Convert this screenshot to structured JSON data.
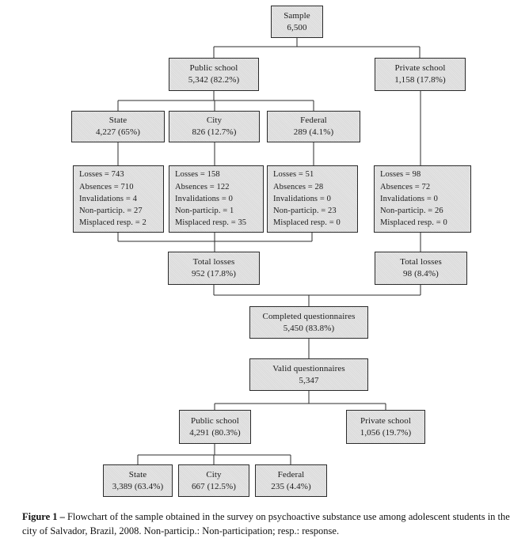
{
  "figure": {
    "caption_prefix": "Figure 1 –",
    "caption_text": "Flowchart of the sample obtained in the survey on psychoactive substance use among adolescent students in the city of Salvador, Brazil, 2008. Non-particip.: Non-participation; resp.: response."
  },
  "nodes": {
    "sample": {
      "label": "Sample",
      "value": "6,500"
    },
    "public_school_1": {
      "label": "Public school",
      "value": "5,342 (82.2%)"
    },
    "private_school_1": {
      "label": "Private school",
      "value": "1,158 (17.8%)"
    },
    "state_1": {
      "label": "State",
      "value": "4,227 (65%)"
    },
    "city_1": {
      "label": "City",
      "value": "826 (12.7%)"
    },
    "federal_1": {
      "label": "Federal",
      "value": "289 (4.1%)"
    },
    "losses_state": {
      "lines": [
        "Losses = 743",
        "Absences = 710",
        "Invalidations = 4",
        "Non-particip. = 27",
        "Misplaced resp. = 2"
      ]
    },
    "losses_city": {
      "lines": [
        "Losses = 158",
        "Absences = 122",
        "Invalidations = 0",
        "Non-particip. = 1",
        "Misplaced resp. = 35"
      ]
    },
    "losses_federal": {
      "lines": [
        "Losses = 51",
        "Absences = 28",
        "Invalidations = 0",
        "Non-particip. = 23",
        "Misplaced resp. = 0"
      ]
    },
    "losses_private": {
      "lines": [
        "Losses = 98",
        "Absences = 72",
        "Invalidations = 0",
        "Non-particip. = 26",
        "Misplaced resp. = 0"
      ]
    },
    "total_losses_public": {
      "label": "Total losses",
      "value": "952 (17.8%)"
    },
    "total_losses_private": {
      "label": "Total losses",
      "value": "98 (8.4%)"
    },
    "completed_questionnaires": {
      "label": "Completed questionnaires",
      "value": "5,450 (83.8%)"
    },
    "valid_questionnaires": {
      "label": "Valid questionnaires",
      "value": "5,347"
    },
    "public_school_2": {
      "label": "Public school",
      "value": "4,291 (80.3%)"
    },
    "private_school_2": {
      "label": "Private school",
      "value": "1,056 (19.7%)"
    },
    "state_2": {
      "label": "State",
      "value": "3,389 (63.4%)"
    },
    "city_2": {
      "label": "City",
      "value": "667 (12.5%)"
    },
    "federal_2": {
      "label": "Federal",
      "value": "235 (4.4%)"
    }
  },
  "colors": {
    "box_fill": "#e4e4e4",
    "box_border": "#2b2b2b",
    "connector": "#2b2b2b",
    "text": "#1c1c1c",
    "background": "#ffffff"
  }
}
